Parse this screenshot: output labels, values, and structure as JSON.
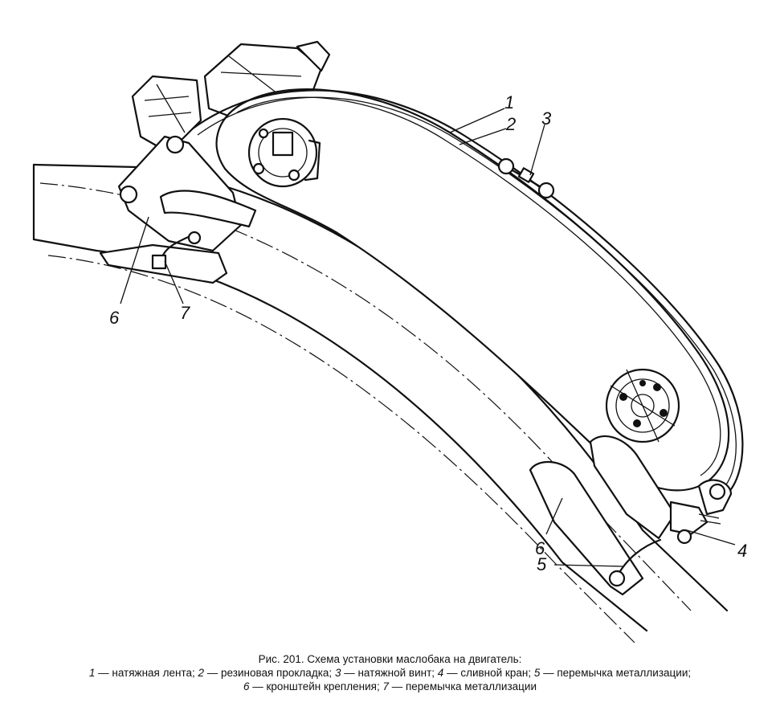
{
  "figure": {
    "title": "Рис. 201. Схема установки маслобака на двигатель:",
    "callouts": [
      "1",
      "2",
      "3",
      "4",
      "5",
      "6",
      "6",
      "7"
    ],
    "legend": [
      {
        "num": "1",
        "text": "натяжная лента"
      },
      {
        "num": "2",
        "text": "резиновая прокладка"
      },
      {
        "num": "3",
        "text": "натяжной винт"
      },
      {
        "num": "4",
        "text": "сливной кран"
      },
      {
        "num": "5",
        "text": "перемычка металлизации"
      },
      {
        "num": "6",
        "text": "кронштейн крепления"
      },
      {
        "num": "7",
        "text": "перемычка металлизации"
      }
    ]
  }
}
